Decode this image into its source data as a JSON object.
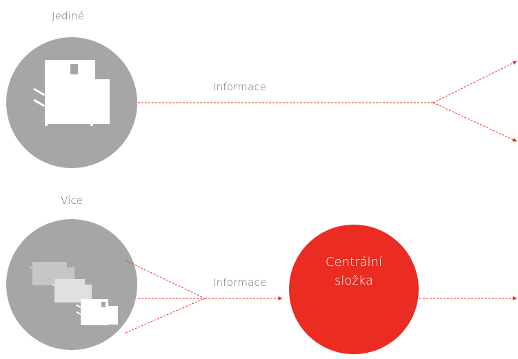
{
  "single": {
    "title": "Jediné",
    "flow_label": "Informace"
  },
  "multiple": {
    "title": "Více",
    "flow_label": "Informace"
  },
  "central_folder": {
    "line1": "Centrální",
    "line2": "složka"
  },
  "colors": {
    "device_circle": "#a7a6a6",
    "accent": "#ea2c22",
    "device": "#ffffff",
    "label_text": "#6b6b6b"
  },
  "icons": [
    "printer-icon",
    "printer-stack-icon"
  ]
}
